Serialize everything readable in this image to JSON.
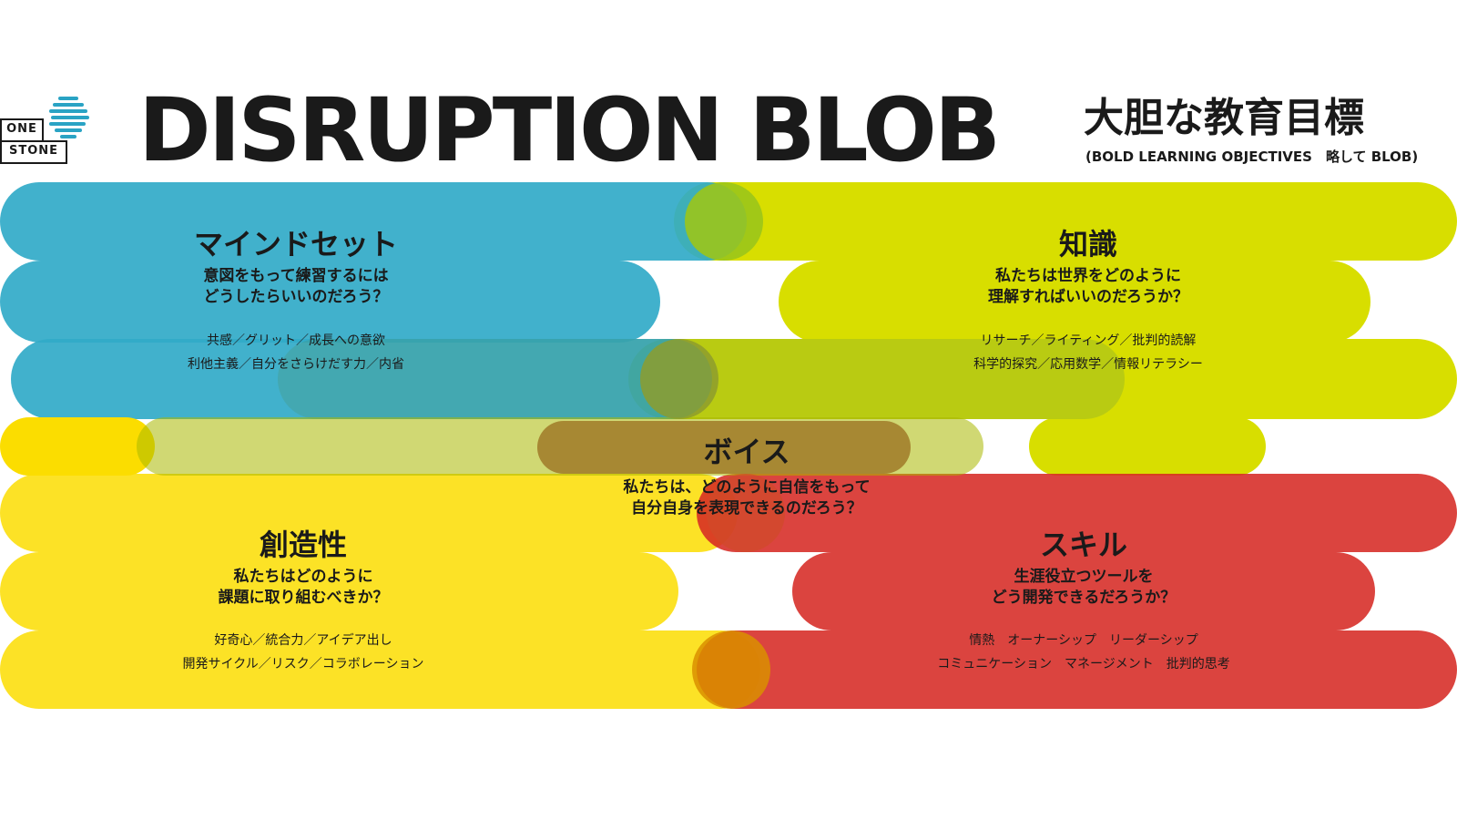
{
  "logo": {
    "line1": "ONE",
    "line2": "STONE"
  },
  "header": {
    "title": "DISRUPTION BLOB",
    "jp_title": "大胆な教育目標",
    "jp_subtitle": "(BOLD LEARNING OBJECTIVES　略して BLOB)"
  },
  "quadrants": {
    "mindset": {
      "title": "マインドセット",
      "question": [
        "意図をもって練習するには",
        "どうしたらいいのだろう？"
      ],
      "keywords": [
        "共感／グリット／成長への意欲",
        "利他主義／自分をさらけだす力／内省"
      ]
    },
    "knowledge": {
      "title": "知識",
      "question": [
        "私たちは世界をどのように",
        "理解すればいいのだろうか？"
      ],
      "keywords": [
        "リサーチ／ライティング／批判的読解",
        "科学的探究／応用数学／情報リテラシー"
      ]
    },
    "creativity": {
      "title": "創造性",
      "question": [
        "私たちはどのように",
        "課題に取り組むべきか？"
      ],
      "keywords": [
        "好奇心／統合力／アイデア出し",
        "開発サイクル／リスク／コラボレーション"
      ]
    },
    "skills": {
      "title": "スキル",
      "question": [
        "生涯役立つツールを",
        "どう開発できるだろうか？"
      ],
      "keywords": [
        "情熱　オーナーシップ　リーダーシップ",
        "コミュニケーション　マネージメント　批判的思考"
      ]
    },
    "voice": {
      "title": "ボイス",
      "question": [
        "私たちは、どのように自信をもって",
        "自分自身を表現できるのだろう？"
      ]
    }
  },
  "colors": {
    "blue": "#31aac8",
    "lime": "#d8de00",
    "yellow": "#fbdd00",
    "red": "#d62a24",
    "text": "#1a1a1a"
  }
}
